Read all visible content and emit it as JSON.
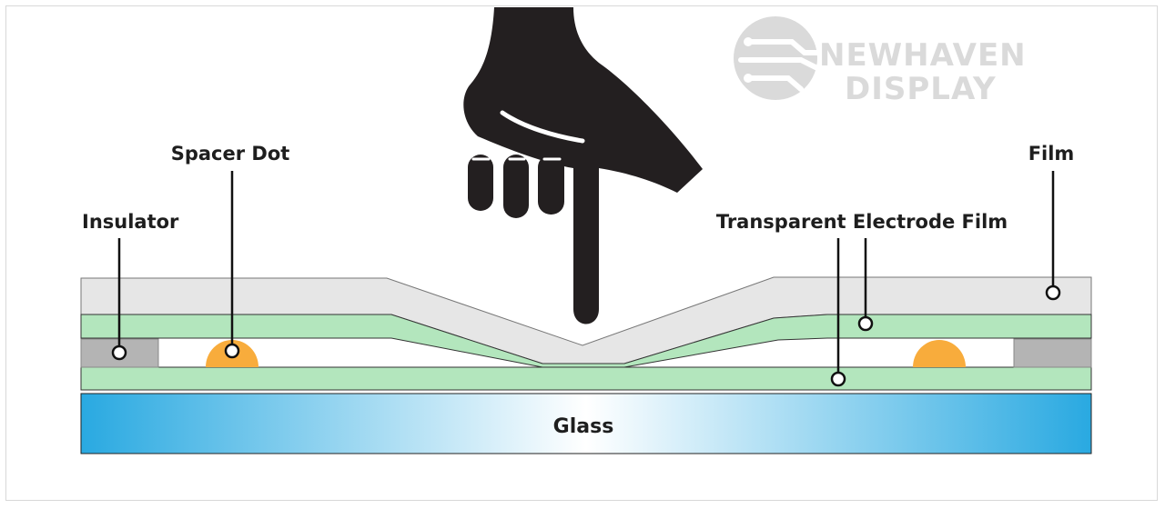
{
  "brand": {
    "line1": "NEWHAVEN",
    "line2": "DISPLAY",
    "icon": "circuit-logo-icon"
  },
  "labels": {
    "spacer_dot": "Spacer Dot",
    "insulator": "Insulator",
    "film": "Film",
    "transparent_electrode_film": "Transparent Electrode Film",
    "glass": "Glass"
  },
  "colors": {
    "film": "#e6e6e6",
    "electrode": "#b3e6bd",
    "insulator": "#b4b4b4",
    "spacer_dot": "#f8ac3c",
    "glass_edge": "#29a9e1",
    "glass_center": "#ffffff",
    "hand": "#231f20"
  },
  "icons": {
    "hand": "pointing-finger-icon",
    "marker": "callout-dot-icon"
  }
}
